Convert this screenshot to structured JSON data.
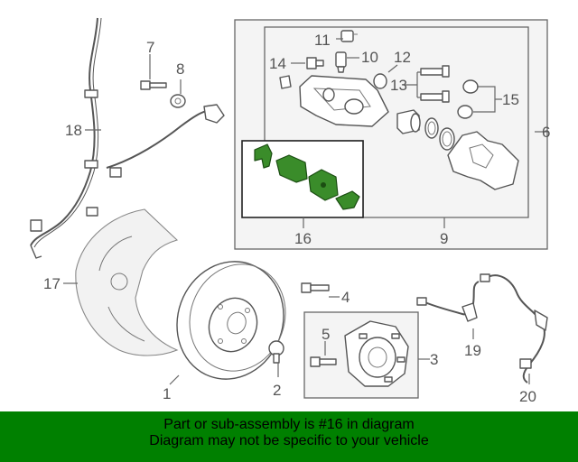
{
  "callouts": {
    "c1": "1",
    "c2": "2",
    "c3": "3",
    "c4": "4",
    "c5": "5",
    "c6": "6",
    "c7": "7",
    "c8": "8",
    "c9": "9",
    "c10": "10",
    "c11": "11",
    "c12": "12",
    "c13": "13",
    "c14": "14",
    "c15": "15",
    "c16": "16",
    "c17": "17",
    "c18": "18",
    "c19": "19",
    "c20": "20"
  },
  "banner": {
    "line1": "Part or sub-assembly is #16 in diagram",
    "line2": "Diagram may not be specific to your vehicle",
    "color": "#008000"
  },
  "highlight_part": "16",
  "highlight_color": "#3a8c2a"
}
